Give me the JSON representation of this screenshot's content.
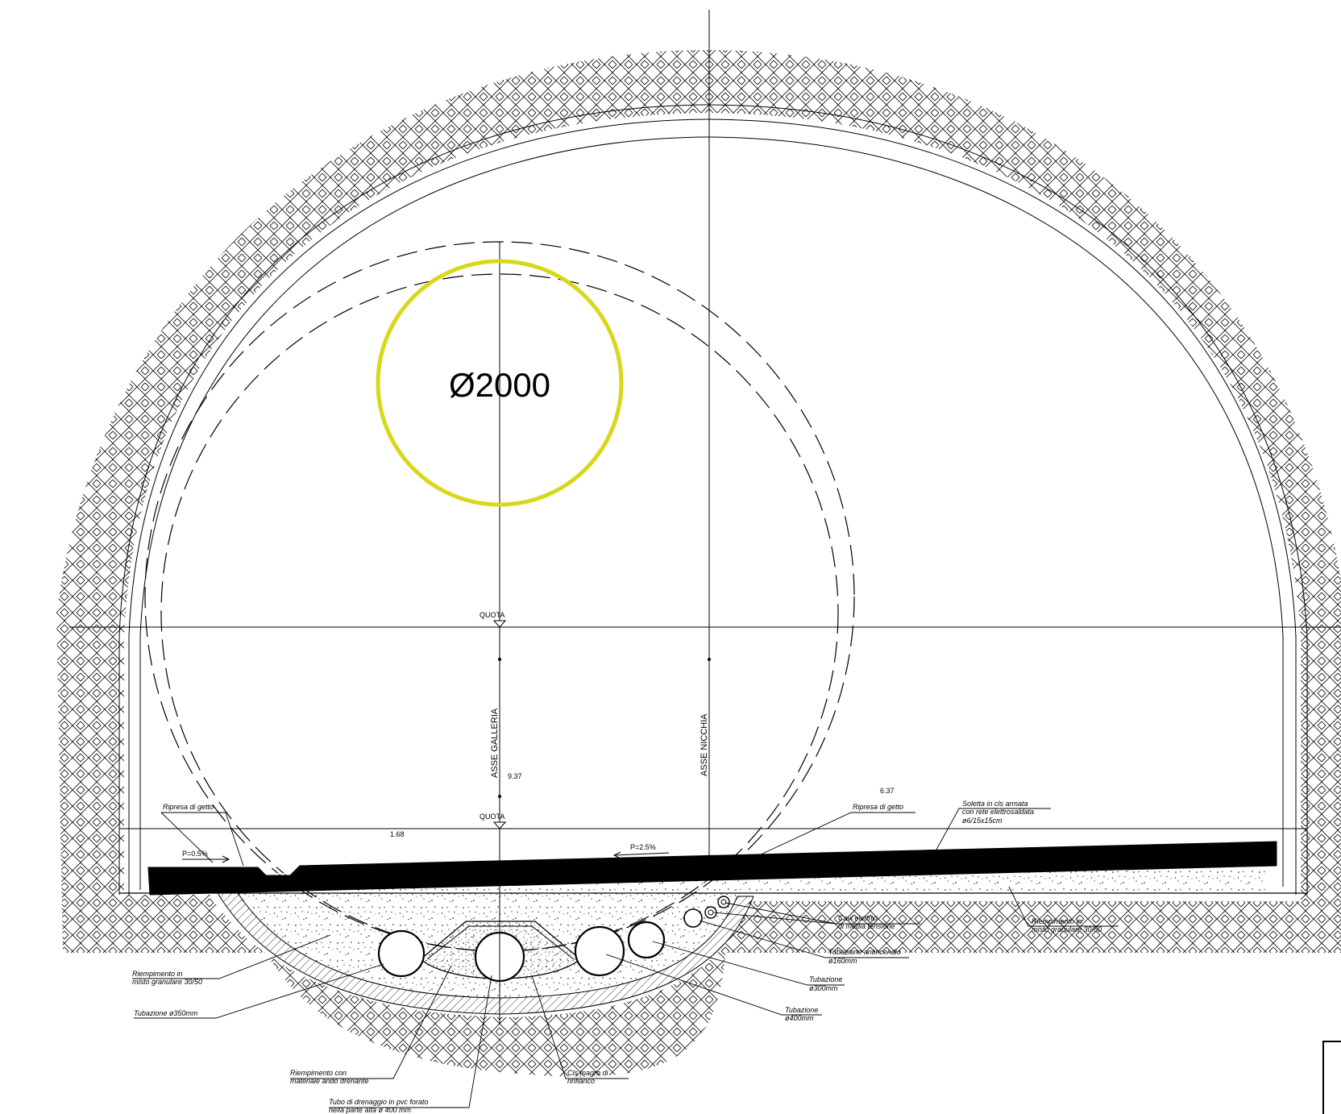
{
  "diameter_label": "Ø2000",
  "colors": {
    "highlight_circle": "#d8d81a",
    "ink": "#000000",
    "background": "#ffffff"
  },
  "axes": {
    "gallery_axis": "ASSE GALLERIA",
    "niche_axis": "ASSE NICCHIA",
    "quota_top": "QUOTA",
    "quota_bottom": "QUOTA"
  },
  "dimensions": {
    "height_gallery": "9.37",
    "height_niche": "6.37",
    "offset_left": "1.68"
  },
  "slopes": {
    "left": "P=0.5%",
    "center": "P=2.5%"
  },
  "labels": {
    "ripresa_left": "Ripresa di getto",
    "ripresa_right": "Ripresa di getto",
    "soletta_1": "Soletta in cls armata",
    "soletta_2": "con rete elettrosaldata",
    "soletta_3": "ø6/15x15cm",
    "cavi_1": "Cavi elettrici",
    "cavi_2": "di media tensione",
    "riemp_right_1": "Riempimento in",
    "riemp_right_2": "misto granulare 30/50",
    "antincendio_1": "Tubazione antincendio",
    "antincendio_2": "ø160mm",
    "tub300_1": "Tubazione",
    "tub300_2": "ø300mm",
    "tub400_1": "Tubazione",
    "tub400_2": "ø400mm",
    "riemp_left_1": "Riempimento in",
    "riemp_left_2": "misto granulare 30/50",
    "tub350": "Tubazione ø350mm",
    "riemp_con_1": "Riempimento con",
    "riemp_con_2": "materiale arido drenante",
    "drenaggio_1": "Tubo di drenaggio in pvc forato",
    "drenaggio_2": "nella parte alta ø 400 mm",
    "cls_1": "Cls magro di",
    "cls_2": "rinfianco"
  }
}
